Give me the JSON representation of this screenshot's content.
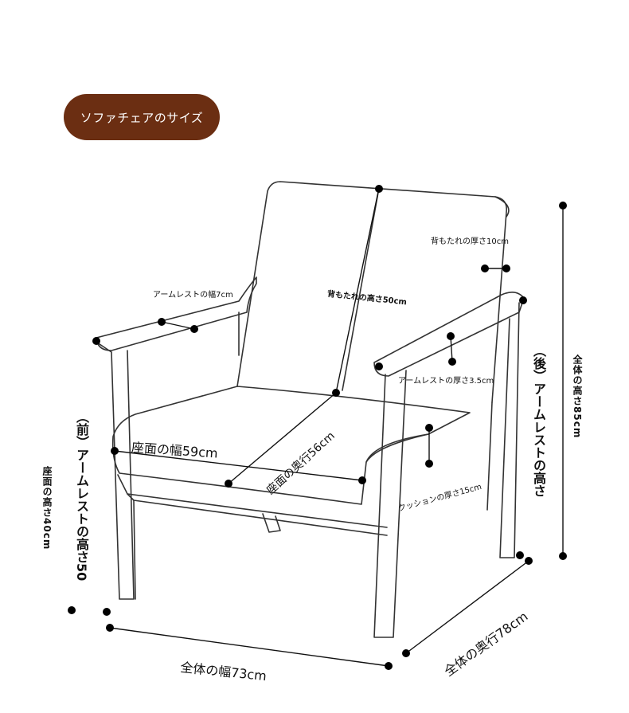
{
  "title_badge": {
    "label": "ソファチェアのサイズ",
    "color": "#6b2e12"
  },
  "dimensions": {
    "backrest_thickness": "背もたれの厚さ10cm",
    "armrest_width": "アームレストの幅7cm",
    "backrest_height": "背もたれの高さ50cm",
    "armrest_thickness": "アームレストの厚さ3.5cm",
    "rear_armrest_height": "（後）アームレストの高さ",
    "front_armrest_height": "（前）アームレストの高さ50",
    "total_height": "全体の高さ85cm",
    "seat_width": "座面の幅59cm",
    "seat_depth": "座面の奥行56cm",
    "cushion_thickness": "クッションの厚さ15cm",
    "seat_height": "座面の高さ40cm",
    "total_width": "全体の幅73cm",
    "total_depth": "全体の奥行78cm"
  }
}
